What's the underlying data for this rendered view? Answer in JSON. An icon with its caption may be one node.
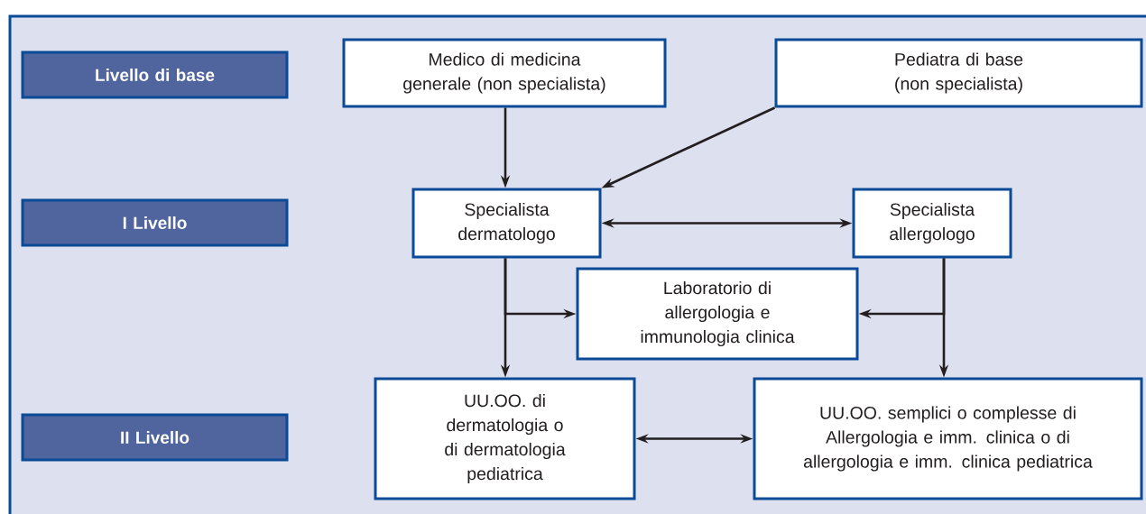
{
  "diagram": {
    "nodes": [
      {
        "text": [
          "Livello di base"
        ]
      },
      {
        "text": [
          "Medico di medicina generale (non specialista)"
        ]
      },
      {
        "text": [
          "Pediatra di base (non specialista)"
        ]
      },
      {
        "text": [
          "I Livello"
        ]
      },
      {
        "text": [
          "Specialista dermatologo"
        ]
      },
      {
        "text": [
          "Specialista allergologo"
        ]
      },
      {
        "text": [
          "Laboratorio di allergologia e immunologia clinica"
        ]
      },
      {
        "text": [
          "II Livello"
        ]
      },
      {
        "text": [
          "UU.OO. di dermatologia o di dermatologia pediatrica"
        ]
      },
      {
        "text": [
          "UU.OO. semplici o complesse di Allergologia e imm. clinica o di allergologia e imm. clinica pediatrica"
        ]
      }
    ],
    "edges": [
      {
        "from": 1,
        "to": 4,
        "arrow": "to"
      },
      {
        "from": 2,
        "to": 4,
        "arrow": "to"
      },
      {
        "from": 4,
        "to": 5,
        "arrow": "both"
      },
      {
        "from": 4,
        "to": 8,
        "arrow": "to"
      },
      {
        "from": 4,
        "to": 6,
        "arrow": "to"
      },
      {
        "from": 5,
        "to": 9,
        "arrow": "to"
      },
      {
        "from": 5,
        "to": 6,
        "arrow": "to"
      },
      {
        "from": 8,
        "to": 9,
        "arrow": "both"
      }
    ]
  }
}
